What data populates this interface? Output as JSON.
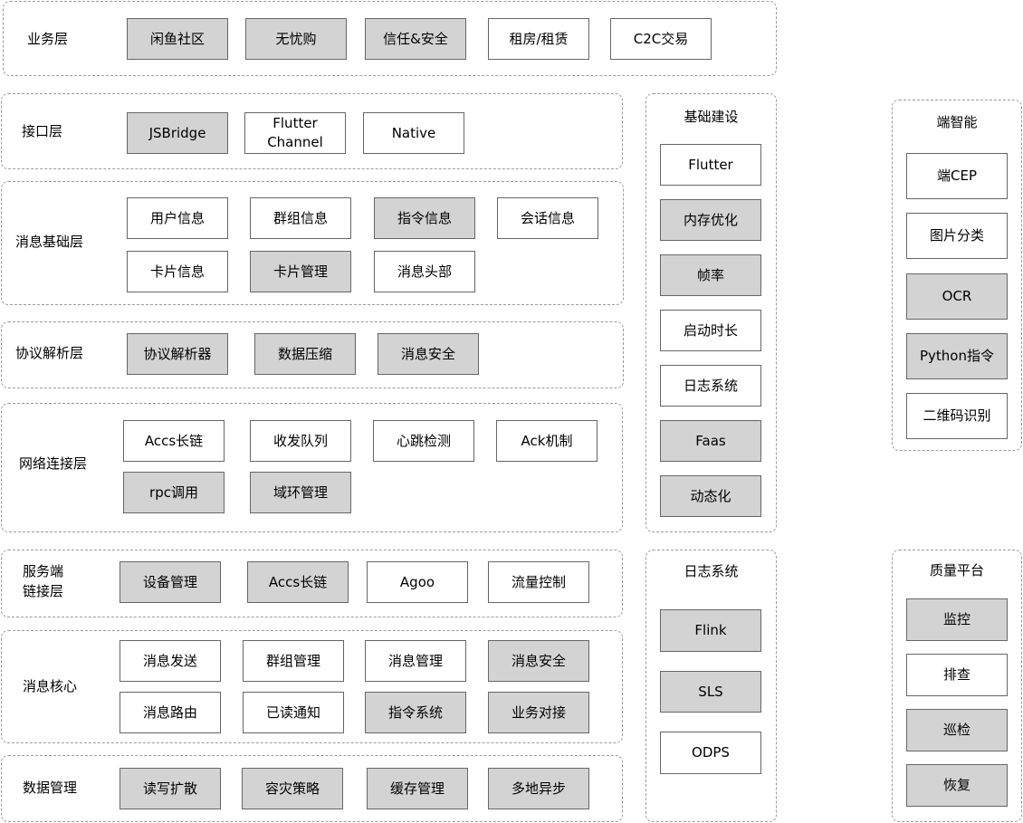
{
  "layers": {
    "business": {
      "label": "业务层",
      "items": [
        "闲鱼社区",
        "无忧购",
        "信任&安全",
        "租房/租赁",
        "C2C交易"
      ]
    },
    "interface": {
      "label": "接口层",
      "items": [
        "JSBridge",
        "Flutter\nChannel",
        "Native"
      ]
    },
    "message_base": {
      "label": "消息基础层",
      "items": [
        "用户信息",
        "群组信息",
        "指令信息",
        "会话信息",
        "卡片信息",
        "卡片管理",
        "消息头部"
      ]
    },
    "protocol": {
      "label": "协议解析层",
      "items": [
        "协议解析器",
        "数据压缩",
        "消息安全"
      ]
    },
    "network": {
      "label": "网络连接层",
      "items": [
        "Accs长链",
        "收发队列",
        "心跳检测",
        "Ack机制",
        "rpc调用",
        "域环管理"
      ]
    },
    "server_link": {
      "label": "服务端\n链接层",
      "items": [
        "设备管理",
        "Accs长链",
        "Agoo",
        "流量控制"
      ]
    },
    "message_core": {
      "label": "消息核心",
      "items": [
        "消息发送",
        "群组管理",
        "消息管理",
        "消息安全",
        "消息路由",
        "已读通知",
        "指令系统",
        "业务对接"
      ]
    },
    "data_mgmt": {
      "label": "数据管理",
      "items": [
        "读写扩散",
        "容灾策略",
        "缓存管理",
        "多地异步"
      ]
    }
  },
  "infra": {
    "title": "基础建设",
    "items": [
      "Flutter",
      "内存优化",
      "帧率",
      "启动时长",
      "日志系统",
      "Faas",
      "动态化"
    ]
  },
  "log_system": {
    "title": "日志系统",
    "items": [
      "Flink",
      "SLS",
      "ODPS"
    ]
  },
  "edge_ai": {
    "title": "端智能",
    "items": [
      "端CEP",
      "图片分类",
      "OCR",
      "Python指令",
      "二维码识别"
    ]
  },
  "quality": {
    "title": "质量平台",
    "items": [
      "监控",
      "排查",
      "巡检",
      "恢复"
    ]
  },
  "colors": {
    "highlight_fill": "#d3d3d3",
    "plain_fill": "#ffffff",
    "border": "#666666",
    "dashed_border": "#9a9a9a"
  }
}
